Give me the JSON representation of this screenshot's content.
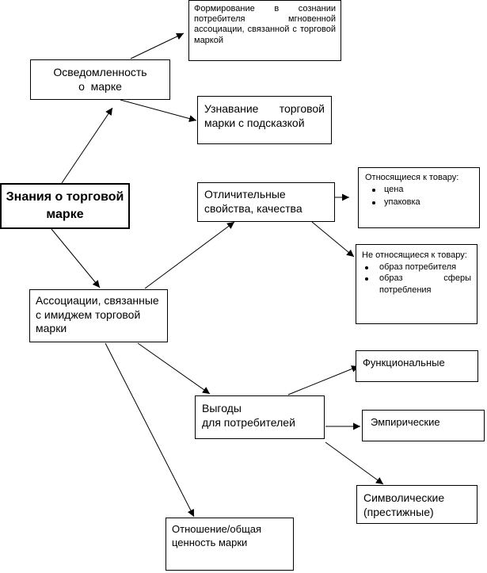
{
  "nodes": {
    "knowledge": "Знания о торговой марке",
    "awareness": [
      "Осведомленность",
      "о  марке"
    ],
    "instant_association": "Формирование в сознании потребителя мгновенной ассоциации, связанной с торговой маркой",
    "recognition": "Узнавание  торговой марки с подсказкой",
    "distinctive": [
      "Отличительные",
      "свойства, качества"
    ],
    "product_related": {
      "title": "Относящиеся к товару:",
      "items": [
        "цена",
        "упаковка"
      ]
    },
    "non_product_related": {
      "title": "Не относящиеся к товару:",
      "items": [
        "образ потребителя",
        "образ сферы потребления"
      ]
    },
    "associations": "Ассоциации, связанные с имиджем торговой марки",
    "functional": "Функциональные",
    "benefits": [
      "Выгоды",
      "для потребителей"
    ],
    "experiential": "Эмпирические",
    "symbolic": "Символические (престижные)",
    "attitude": "Отношение/общая ценность марки"
  },
  "edges": [
    [
      "knowledge",
      "awareness"
    ],
    [
      "knowledge",
      "associations"
    ],
    [
      "awareness",
      "instant_association"
    ],
    [
      "awareness",
      "recognition"
    ],
    [
      "associations",
      "distinctive"
    ],
    [
      "associations",
      "benefits"
    ],
    [
      "associations",
      "attitude"
    ],
    [
      "distinctive",
      "product_related"
    ],
    [
      "distinctive",
      "non_product_related"
    ],
    [
      "benefits",
      "functional"
    ],
    [
      "benefits",
      "experiential"
    ],
    [
      "benefits",
      "symbolic"
    ]
  ]
}
